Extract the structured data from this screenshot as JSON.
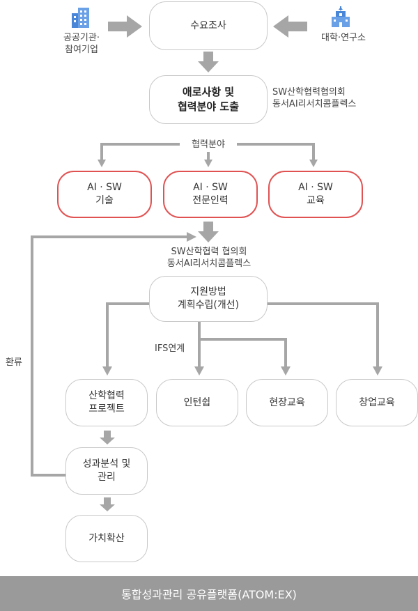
{
  "nodes": {
    "survey": "수요조사",
    "issues_line1": "애로사항 및",
    "issues_line2": "협력분야 도출",
    "ai_tech_line1": "AI · SW",
    "ai_tech_line2": "기술",
    "ai_expert_line1": "AI · SW",
    "ai_expert_line2": "전문인력",
    "ai_edu_line1": "AI · SW",
    "ai_edu_line2": "교육",
    "plan_line1": "지원방법",
    "plan_line2": "계획수립(개선)",
    "project_line1": "산학협력",
    "project_line2": "프로젝트",
    "internship": "인턴쉽",
    "field_edu": "현장교육",
    "startup_edu": "창업교육",
    "analysis_line1": "성과분석 및",
    "analysis_line2": "관리",
    "spread": "가치확산"
  },
  "labels": {
    "public_line1": "공공기관·",
    "public_line2": "참여기업",
    "university": "대학·연구소",
    "council1_line1": "SW산학협력협의회",
    "council1_line2": "동서AI리서치콤플렉스",
    "coop_area": "협력분야",
    "council2_line1": "SW산학협력 협의회",
    "council2_line2": "동서AI리서치콤플렉스",
    "ifs": "IFS연계",
    "feedback": "환류"
  },
  "footer": "통합성과관리 공유플랫폼(ATOM:EX)",
  "colors": {
    "arrow": "#a6a6a6",
    "border": "#c8c8c8",
    "accent_red": "#e05252",
    "icon_blue": "#4a86d8",
    "footer_bg": "#9a9a9a"
  },
  "icons": {
    "public": "building-icon",
    "university": "school-icon"
  }
}
